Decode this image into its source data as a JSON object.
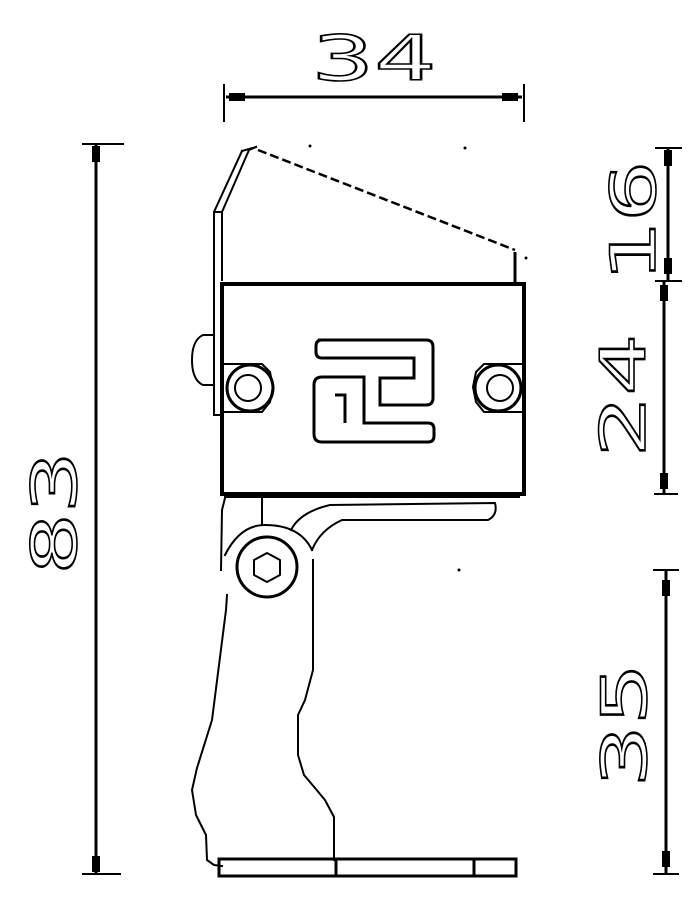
{
  "drawing": {
    "type": "technical-drawing",
    "view": "side elevation",
    "background": "#ffffff",
    "line_color": "#000000"
  },
  "dimensions": {
    "width_top": {
      "label": "34",
      "orientation": "horizontal",
      "position": "top"
    },
    "overall_height": {
      "label": "83",
      "orientation": "vertical",
      "position": "left"
    },
    "top_section": {
      "label": "16",
      "orientation": "vertical",
      "position": "right-upper"
    },
    "body_section": {
      "label": "24",
      "orientation": "vertical",
      "position": "right-middle"
    },
    "base_section": {
      "label": "35",
      "orientation": "vertical",
      "position": "right-lower"
    }
  },
  "parts": {
    "housing": "angled top cover",
    "body": "rectangular body with logo and two screws",
    "logo": "interlocking S-shaped emblem",
    "pivot": "hex socket pivot bolt",
    "arm": "support arm",
    "base": "mounting base plate"
  }
}
